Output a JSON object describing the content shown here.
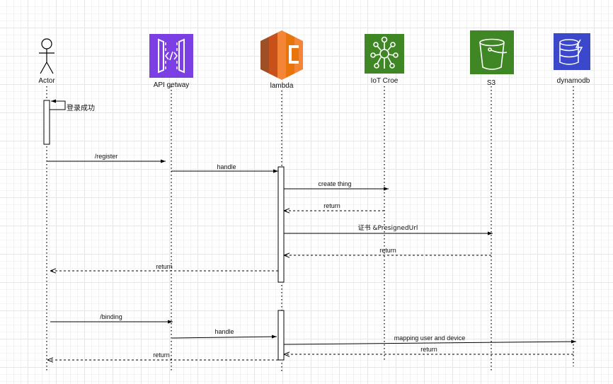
{
  "participants": [
    {
      "id": "actor",
      "label": "Actor",
      "icon": "actor-stick-figure-icon"
    },
    {
      "id": "apigw",
      "label": "API getway",
      "icon": "api-gateway-icon",
      "color": "#7b3fe4"
    },
    {
      "id": "lambda",
      "label": "lambda",
      "icon": "lambda-icon",
      "color": "#e8740c"
    },
    {
      "id": "iot",
      "label": "IoT Croe",
      "icon": "iot-core-icon",
      "color": "#3f8624"
    },
    {
      "id": "s3",
      "label": "S3",
      "icon": "s3-bucket-icon",
      "color": "#3f8624"
    },
    {
      "id": "dynamodb",
      "label": "dynamodb",
      "icon": "dynamodb-icon",
      "color": "#3b48cc"
    }
  ],
  "messages": [
    {
      "label": "登录成功",
      "from": "actor",
      "to": "actor",
      "type": "self"
    },
    {
      "label": "/register",
      "from": "actor",
      "to": "apigw",
      "type": "call"
    },
    {
      "label": "handle",
      "from": "apigw",
      "to": "lambda",
      "type": "call"
    },
    {
      "label": "create thing",
      "from": "lambda",
      "to": "iot",
      "type": "call"
    },
    {
      "label": "return",
      "from": "iot",
      "to": "lambda",
      "type": "return"
    },
    {
      "label": "证书 &PresignedUrl",
      "from": "lambda",
      "to": "s3",
      "type": "call"
    },
    {
      "label": "return",
      "from": "s3",
      "to": "lambda",
      "type": "return"
    },
    {
      "label": "return",
      "from": "lambda",
      "to": "actor",
      "type": "return"
    },
    {
      "label": "/binding",
      "from": "actor",
      "to": "apigw",
      "type": "call"
    },
    {
      "label": "handle",
      "from": "apigw",
      "to": "lambda",
      "type": "call"
    },
    {
      "label": "mapping user and device",
      "from": "lambda",
      "to": "dynamodb",
      "type": "call"
    },
    {
      "label": "return",
      "from": "dynamodb",
      "to": "lambda",
      "type": "return"
    },
    {
      "label": "return",
      "from": "lambda",
      "to": "actor",
      "type": "return"
    }
  ]
}
